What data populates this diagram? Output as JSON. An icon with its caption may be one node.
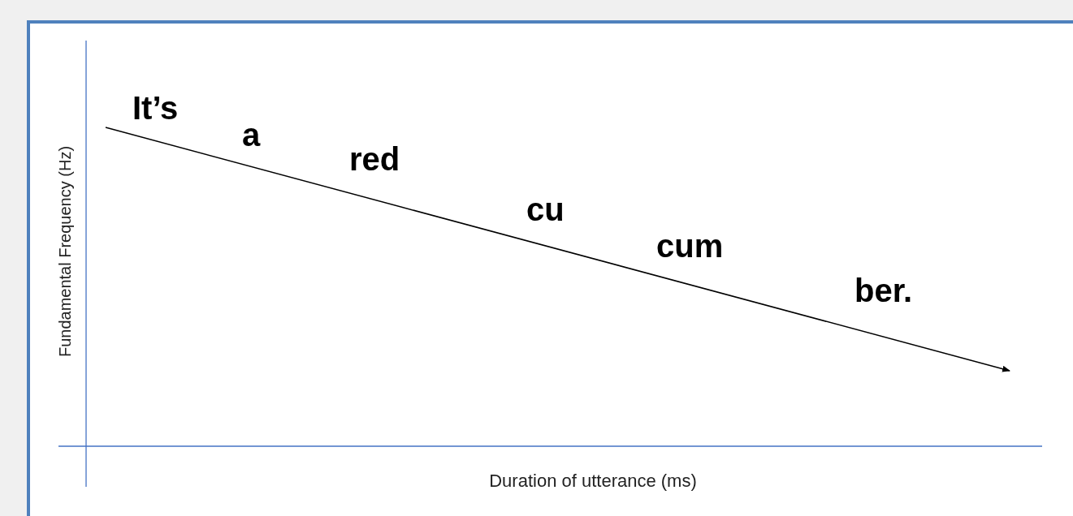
{
  "diagram": {
    "labels": [
      "It’s",
      "a",
      "red",
      "cu",
      "cum",
      "ber.",
      "Fundamental Frequency (Hz)",
      "Duration of utterance (ms)"
    ]
  }
}
